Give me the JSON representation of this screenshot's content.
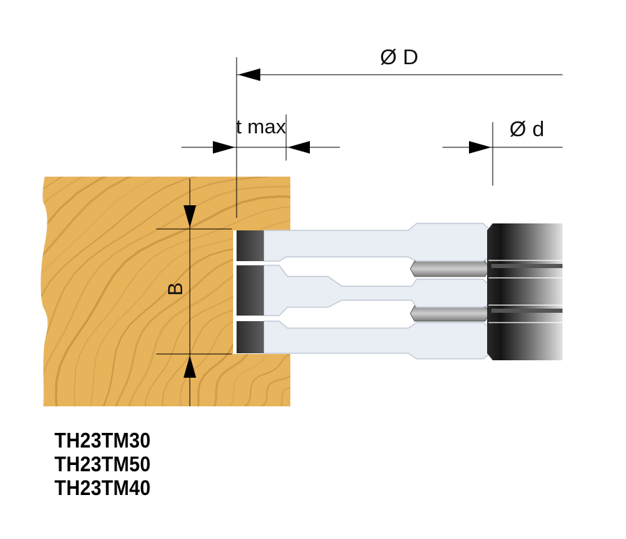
{
  "dimensions": {
    "outer_diameter": "Ø D",
    "bore_diameter": "Ø d",
    "depth": "t max",
    "width": "B"
  },
  "product_codes": [
    "TH23TM30",
    "TH23TM50",
    "TH23TM40"
  ],
  "colors": {
    "wood_base": "#e7b45c",
    "wood_grain": "#b77a2e",
    "tool_body": "#e8ecf3",
    "tool_outline": "#bfc7d3",
    "cutter_tip": "#3f3f3f",
    "spindle_dark": "#1e1e1e",
    "spindle_light": "#d8d8d8",
    "line": "#000000"
  }
}
